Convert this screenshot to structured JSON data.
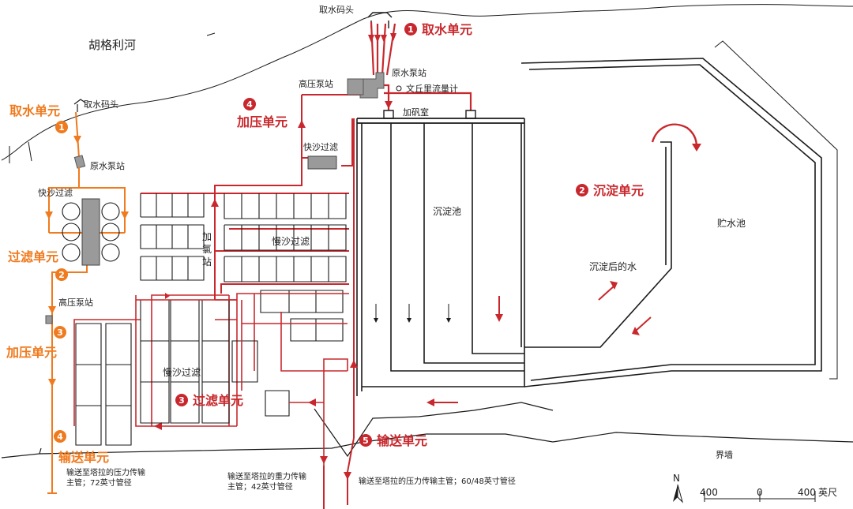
{
  "colors": {
    "red": "#c8282d",
    "orange": "#f07a1e",
    "ink": "#1a1a1a",
    "box": "#9a9a9a"
  },
  "labels": {
    "river": "胡格利河",
    "intake_pier_top": "取水码头",
    "intake_pier_left": "取水码头",
    "raw_pump_top": "原水泵站",
    "raw_pump_left": "原水泵站",
    "venturi": "文丘里流量计",
    "alum_room": "加矾室",
    "hp_pump_top": "高压泵站",
    "hp_pump_left": "高压泵站",
    "rapid_filter_mid": "快沙过滤",
    "rapid_filter_left": "快沙过滤",
    "chlorination_1": "加",
    "chlorination_2": "氯",
    "chlorination_3": "站",
    "slow_filter_upper": "慢沙过滤",
    "slow_filter_lower": "慢沙过滤",
    "sedimentation_tank": "沉淀池",
    "storage_tank": "贮水池",
    "settled_water": "沉淀后的水",
    "boundary_wall": "界墙",
    "main_gravity_1": "输送至塔拉的重力传输",
    "main_gravity_2": "主管；42英寸管径",
    "main_pressure_right": "输送至塔拉的压力传输主管；60/48英寸管径",
    "main_pressure_left_1": "输送至塔拉的压力传输",
    "main_pressure_left_2": "主管；72英寸管径"
  },
  "red_units": [
    {
      "num": "1",
      "text": "取水单元"
    },
    {
      "num": "2",
      "text": "沉淀单元"
    },
    {
      "num": "3",
      "text": "过滤单元"
    },
    {
      "num": "4",
      "text": "加压单元"
    },
    {
      "num": "5",
      "text": "输送单元"
    }
  ],
  "orange_units": [
    {
      "num": "1",
      "text": "取水单元"
    },
    {
      "num": "2",
      "text": "过滤单元"
    },
    {
      "num": "3",
      "text": "加压单元"
    },
    {
      "num": "4",
      "text": "输送单元"
    }
  ],
  "scale": {
    "north": "N",
    "left": "400",
    "mid": "0",
    "right": "400",
    "unit": "英尺"
  }
}
